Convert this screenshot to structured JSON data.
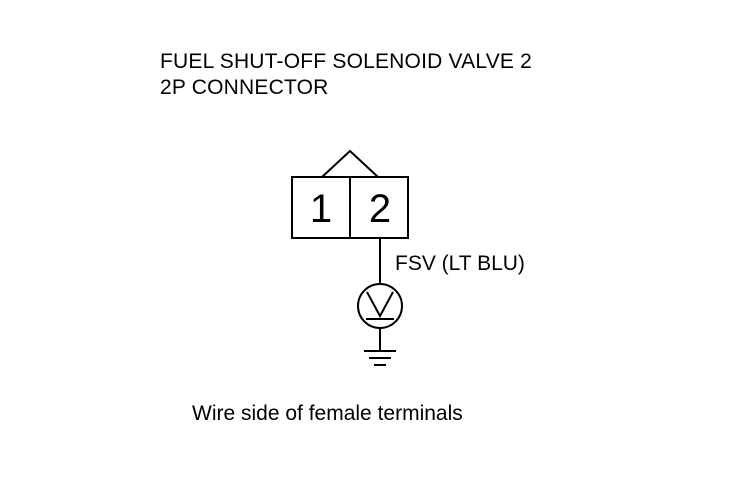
{
  "title": {
    "line1": "FUEL SHUT-OFF SOLENOID VALVE 2",
    "line2": "2P CONNECTOR"
  },
  "connector": {
    "pins": [
      "1",
      "2"
    ],
    "latch_icon": "connector-latch-icon"
  },
  "wire": {
    "label": "FSV (LT BLU)",
    "pin": "2"
  },
  "meter": {
    "icon": "voltmeter-icon"
  },
  "ground": {
    "icon": "ground-icon"
  },
  "caption": "Wire side of female terminals",
  "colors": {
    "line": "#000000",
    "background": "#ffffff"
  }
}
